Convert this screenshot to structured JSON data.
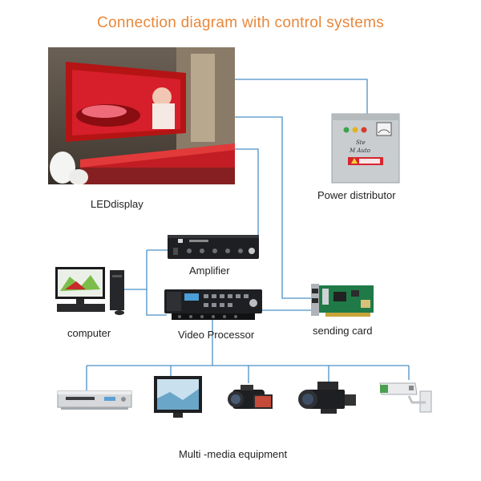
{
  "title": "Connection diagram with control systems",
  "labels": {
    "led_display": "LEDdisplay",
    "power_distributor": "Power distributor",
    "amplifier": "Amplifier",
    "computer": "computer",
    "video_processor": "Video Processor",
    "sending_card": "sending card",
    "multimedia": "Multi -media equipment"
  },
  "colors": {
    "title": "#e8873a",
    "wire": "#4a90c8",
    "cabinet": "#c9cdd0",
    "device_dark": "#1e1f22"
  },
  "icons": {
    "power_box": "electrical-cabinet-icon",
    "amplifier": "amplifier-icon",
    "computer": "desktop-computer-icon",
    "video_processor": "video-processor-icon",
    "sending_card": "sending-card-icon",
    "media": [
      "dvd-player-icon",
      "monitor-icon",
      "camcorder-icon",
      "broadcast-camera-icon",
      "cctv-camera-icon"
    ]
  }
}
